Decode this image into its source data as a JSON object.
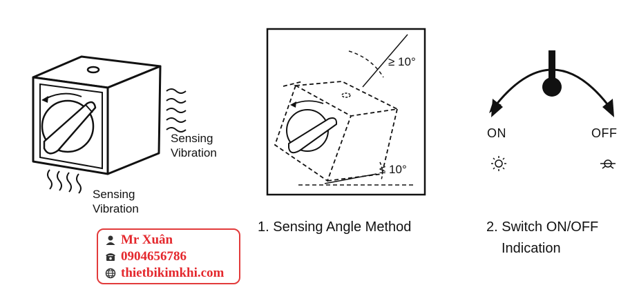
{
  "panel_left": {
    "vibration_label_right": [
      "Sensing",
      "Vibration"
    ],
    "vibration_label_bottom": [
      "Sensing",
      "Vibration"
    ]
  },
  "panel_middle": {
    "angle_top": "≥ 10°",
    "angle_bottom": "≤ 10°",
    "caption": "1. Sensing Angle Method"
  },
  "panel_right": {
    "on_label": "ON",
    "off_label": "OFF",
    "caption_line1": "2. Switch ON/OFF",
    "caption_line2": "Indication"
  },
  "contact": {
    "name": "Mr Xuân",
    "phone": "0904656786",
    "website": "thietbikimkhi.com",
    "accent_color": "#e4282d"
  },
  "icons": [
    "person-icon",
    "phone-icon",
    "globe-icon",
    "sun-icon",
    "dim-sun-icon",
    "arrow-icon"
  ]
}
